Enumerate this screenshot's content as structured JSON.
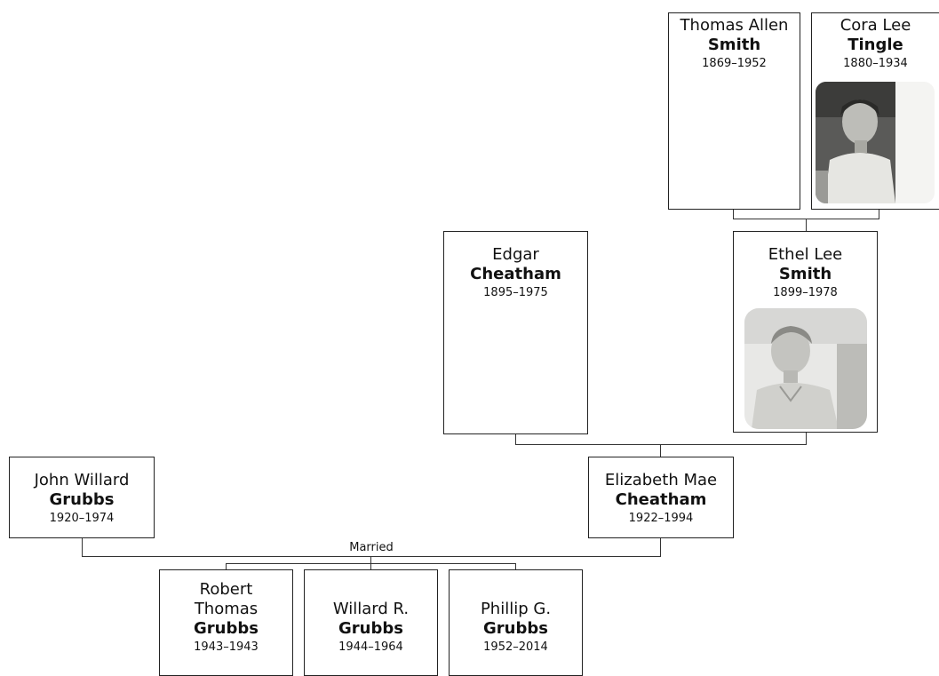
{
  "people": {
    "thomas_allen_smith": {
      "given": "Thomas Allen",
      "surname": "Smith",
      "dates": "1869–1952"
    },
    "cora_lee_tingle": {
      "given": "Cora Lee",
      "surname": "Tingle",
      "dates": "1880–1934"
    },
    "edgar_cheatham": {
      "given": "Edgar",
      "surname": "Cheatham",
      "dates": "1895–1975"
    },
    "ethel_lee_smith": {
      "given": "Ethel Lee",
      "surname": "Smith",
      "dates": "1899–1978"
    },
    "john_willard_grubbs": {
      "given": "John Willard",
      "surname": "Grubbs",
      "dates": "1920–1974"
    },
    "elizabeth_mae_cheatham": {
      "given": "Elizabeth Mae",
      "surname": "Cheatham",
      "dates": "1922–1994"
    },
    "robert_thomas_grubbs": {
      "given": "Robert Thomas",
      "surname": "Grubbs",
      "dates": "1943–1943"
    },
    "willard_r_grubbs": {
      "given": "Willard R.",
      "surname": "Grubbs",
      "dates": "1944–1964"
    },
    "phillip_g_grubbs": {
      "given": "Phillip G.",
      "surname": "Grubbs",
      "dates": "1952–2014"
    }
  },
  "marriage_label": "Married"
}
